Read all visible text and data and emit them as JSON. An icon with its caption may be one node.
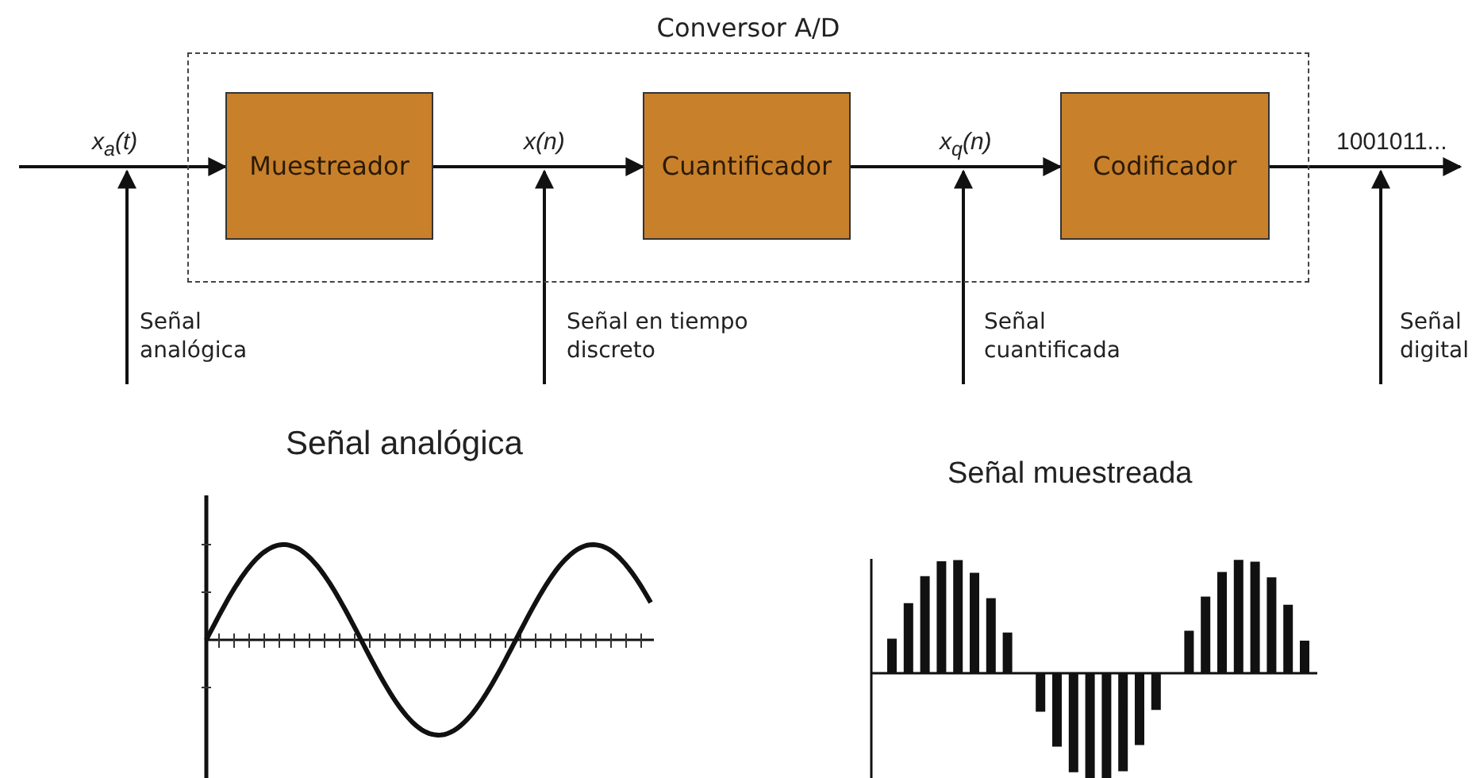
{
  "diagram": {
    "nodes": [
      {
        "text": [
          "Conversor A/D"
        ]
      },
      {
        "text": [
          "Muestreador"
        ],
        "in": 0
      },
      {
        "text": [
          "Cuantificador"
        ],
        "in": 0
      },
      {
        "text": [
          "Codificador"
        ],
        "in": 0
      },
      {
        "text": [
          "Señal analógica"
        ]
      },
      {
        "text": [
          "Señal en tiempo discreto"
        ]
      },
      {
        "text": [
          "Señal cuantificada"
        ]
      },
      {
        "text": [
          "Señal digital"
        ]
      }
    ],
    "edges": [
      {
        "from": null,
        "to": 1,
        "arrow": "to",
        "label": "x$_{a}$(t)"
      },
      {
        "from": 1,
        "to": 2,
        "arrow": "to",
        "label": "x(n)"
      },
      {
        "from": 2,
        "to": 3,
        "arrow": "to",
        "label": "x$_{q}$(n)"
      },
      {
        "from": 3,
        "to": null,
        "arrow": "to",
        "label": "1001011..."
      },
      {
        "from": 4,
        "to": null,
        "arrow": "to"
      },
      {
        "from": 5,
        "to": null,
        "arrow": "to"
      },
      {
        "from": 6,
        "to": null,
        "arrow": "to"
      },
      {
        "from": 7,
        "to": null,
        "arrow": "to"
      }
    ],
    "labels": [
      "Señal analógica",
      "Señal muestreada"
    ]
  }
}
